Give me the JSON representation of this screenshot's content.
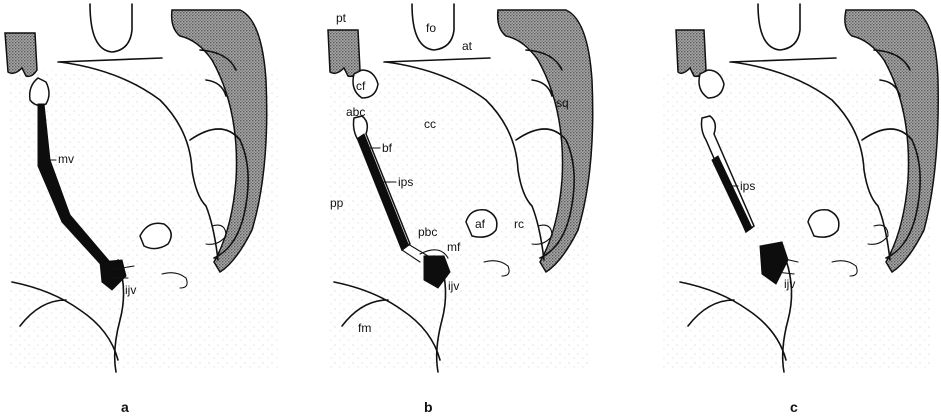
{
  "panels": [
    {
      "caption": "a",
      "labels": [
        {
          "text": "mv"
        },
        {
          "text": "ijv"
        }
      ]
    },
    {
      "caption": "b",
      "labels": [
        {
          "text": "pt"
        },
        {
          "text": "fo"
        },
        {
          "text": "at"
        },
        {
          "text": "cf"
        },
        {
          "text": "abc"
        },
        {
          "text": "cc"
        },
        {
          "text": "sq"
        },
        {
          "text": "bf"
        },
        {
          "text": "ips"
        },
        {
          "text": "pp"
        },
        {
          "text": "pbc"
        },
        {
          "text": "af"
        },
        {
          "text": "rc"
        },
        {
          "text": "mf"
        },
        {
          "text": "ijv"
        },
        {
          "text": "fm"
        }
      ]
    },
    {
      "caption": "c",
      "labels": [
        {
          "text": "ips"
        },
        {
          "text": "ijv"
        }
      ]
    }
  ]
}
